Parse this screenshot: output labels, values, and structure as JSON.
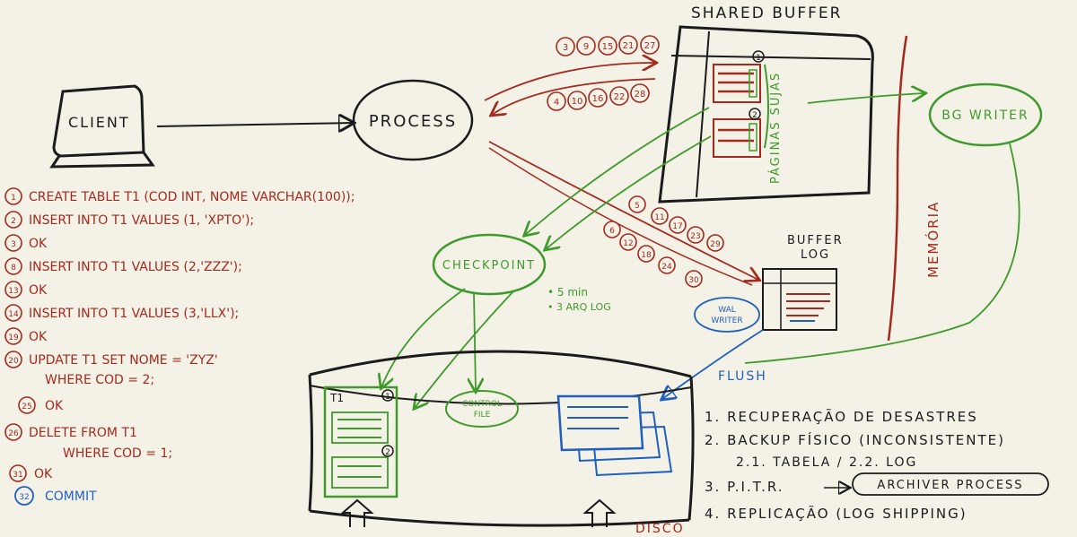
{
  "colors": {
    "ink": "#1b1b1b",
    "red": "#a5291d",
    "green": "#3f9a2c",
    "blue": "#1f5fbf",
    "paper": "#f4f2e6"
  },
  "labels": {
    "shared_buffer": "SHARED BUFFER",
    "client": "CLIENT",
    "process": "PROCESS",
    "bg_writer": "BG WRITER",
    "paginas_sujas": "PÁGINAS SUJAS",
    "memoria": "MEMÓRIA",
    "buffer_log_1": "BUFFER",
    "buffer_log_2": "LOG",
    "checkpoint": "CHECKPOINT",
    "cp_note_1": "• 5 min",
    "cp_note_2": "• 3 ARQ LOG",
    "wal_writer_1": "WAL",
    "wal_writer_2": "WRITER",
    "flush": "FLUSH",
    "t1": "T1",
    "control_1": "CONTROL",
    "control_2": "FILE",
    "disco": "DISCO"
  },
  "sql_steps": [
    {
      "num": "1",
      "text": "CREATE TABLE T1 (COD INT, NOME VARCHAR(100));"
    },
    {
      "num": "2",
      "text": "INSERT INTO T1 VALUES (1, 'XPTO');"
    },
    {
      "num": "3",
      "text": "OK"
    },
    {
      "num": "8",
      "text": "INSERT INTO T1 VALUES (2,'ZZZ');"
    },
    {
      "num": "13",
      "text": "OK"
    },
    {
      "num": "14",
      "text": "INSERT INTO T1 VALUES (3,'LLX');"
    },
    {
      "num": "19",
      "text": "OK"
    },
    {
      "num": "20",
      "text": "UPDATE T1 SET NOME = 'ZYZ'"
    },
    {
      "num": "",
      "text": "WHERE COD = 2;"
    },
    {
      "num": "25",
      "text": "OK"
    },
    {
      "num": "26",
      "text": "DELETE FROM T1"
    },
    {
      "num": "",
      "text": "WHERE COD = 1;"
    },
    {
      "num": "31",
      "text": "OK"
    },
    {
      "num": "32",
      "text": "COMMIT"
    }
  ],
  "seq_top": [
    "3",
    "9",
    "15",
    "21",
    "27"
  ],
  "seq_mid": [
    "4",
    "10",
    "16",
    "22",
    "28"
  ],
  "seq_log": [
    "5",
    "11",
    "17",
    "23",
    "29",
    "6",
    "12",
    "18",
    "24",
    "30"
  ],
  "page_markers": [
    "1",
    "2"
  ],
  "recovery": [
    "1. RECUPERAÇÃO DE DESASTRES",
    "2. BACKUP FÍSICO (INCONSISTENTE)",
    "2.1. TABELA / 2.2. LOG",
    "3. P.I.T.R.",
    "ARCHIVER PROCESS",
    "4. REPLICAÇÃO (LOG SHIPPING)"
  ]
}
